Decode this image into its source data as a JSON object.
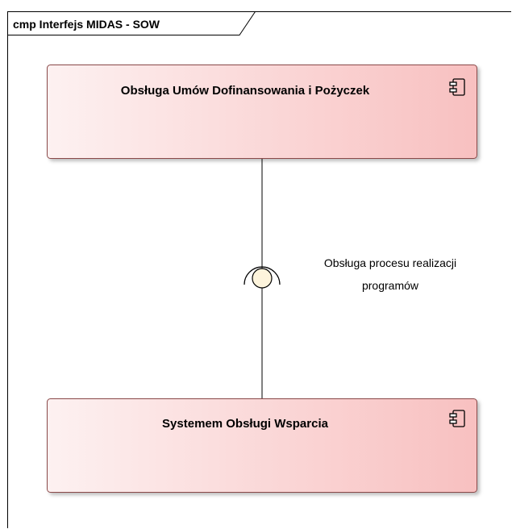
{
  "frame": {
    "title": "cmp Interfejs MIDAS - SOW"
  },
  "components": [
    {
      "name": "Obsługa Umów Dofinansowania i Pożyczek"
    },
    {
      "name": "Systemem Obsługi Wsparcia"
    }
  ],
  "interface": {
    "label_line1": "Obsługa procesu realizacji",
    "label_line2": "programów"
  },
  "colors": {
    "component_fill_start": "#fdf1f1",
    "component_fill_end": "#f8c0c0",
    "component_border": "#8a4a4a",
    "interface_fill": "#fdf4dc",
    "line": "#000000"
  }
}
